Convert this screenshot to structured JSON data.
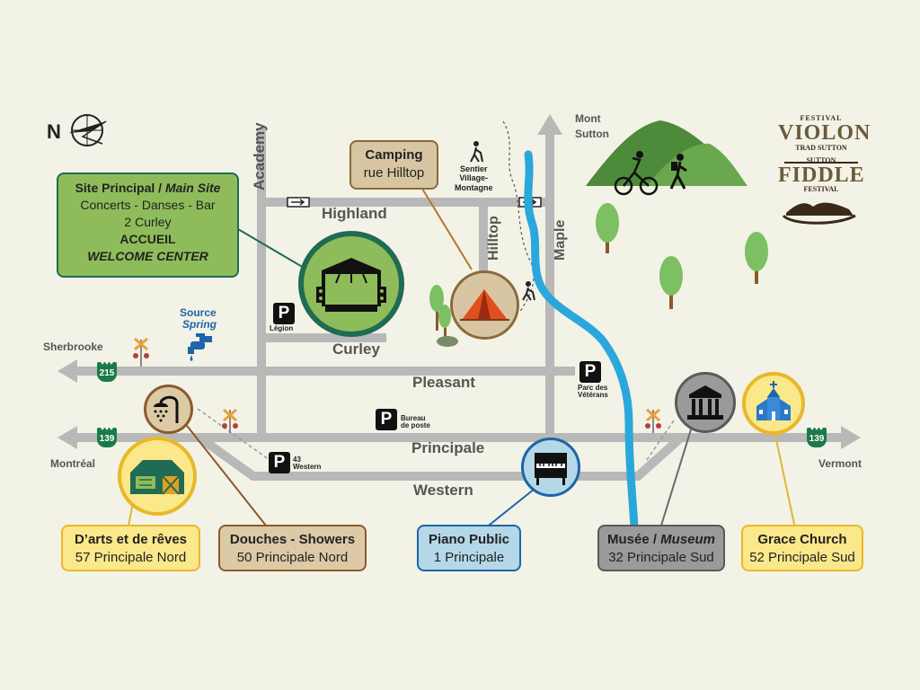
{
  "compass": {
    "north_label": "N",
    "icon": "compass-icon"
  },
  "roads": {
    "highland": "Highland",
    "academy": "Academy",
    "hilltop": "Hilltop",
    "maple": "Maple",
    "curley": "Curley",
    "pleasant": "Pleasant",
    "principale": "Principale",
    "western": "Western"
  },
  "directions": {
    "mont_sutton": "Mont\nSutton",
    "sherbrooke": "Sherbrooke",
    "montreal": "Montréal",
    "vermont": "Vermont"
  },
  "route_shields": {
    "r215": "215",
    "r139_left": "139",
    "r139_right": "139"
  },
  "parking": [
    {
      "cap": "Légion"
    },
    {
      "cap": "Parc des\nVétérans"
    },
    {
      "cap": "Bureau\nde poste"
    },
    {
      "cap": "43\nWestern"
    }
  ],
  "parking_symbol": "P",
  "spring": {
    "line1": "Source",
    "line2": "Spring"
  },
  "trail": {
    "label": "Sentier\nVillage-\nMontagne"
  },
  "logo": {
    "festival_top": "FESTIVAL",
    "violon": "VIOLON",
    "trad": "TRAD SUTTON",
    "sutton": "SUTTON",
    "fiddle": "FIDDLE",
    "festival_bottom": "FESTIVAL"
  },
  "main_site": {
    "title": "Site Principal / ",
    "title_em": "Main Site",
    "line2": "Concerts - Danses - Bar",
    "line3": "2 Curley",
    "line4": "ACCUEIL",
    "line5": "WELCOME CENTER"
  },
  "camping": {
    "title": "Camping",
    "address": "rue Hilltop"
  },
  "locations": {
    "arts": {
      "title": "D’arts et de rêves",
      "address": "57 Principale Nord"
    },
    "showers": {
      "title": "Douches - Showers",
      "address": "50 Principale Nord"
    },
    "piano": {
      "title": "Piano Public",
      "address": "1 Principale"
    },
    "museum": {
      "title": "Musée / ",
      "title_em": "Museum",
      "address": "32 Principale Sud"
    },
    "church": {
      "title": "Grace Church",
      "address": "52 Principale Sud"
    }
  },
  "colors": {
    "background": "#f3f2e6",
    "road": "#b8b8b8",
    "river": "#2aa7dc",
    "main_green": "#8fbc5a",
    "camping_tan": "#d8c6a2",
    "yellow": "#fbe88a",
    "showers_tan": "#dccaa6",
    "piano_blue": "#b4d8e8",
    "museum_gray": "#9a9a9a"
  }
}
